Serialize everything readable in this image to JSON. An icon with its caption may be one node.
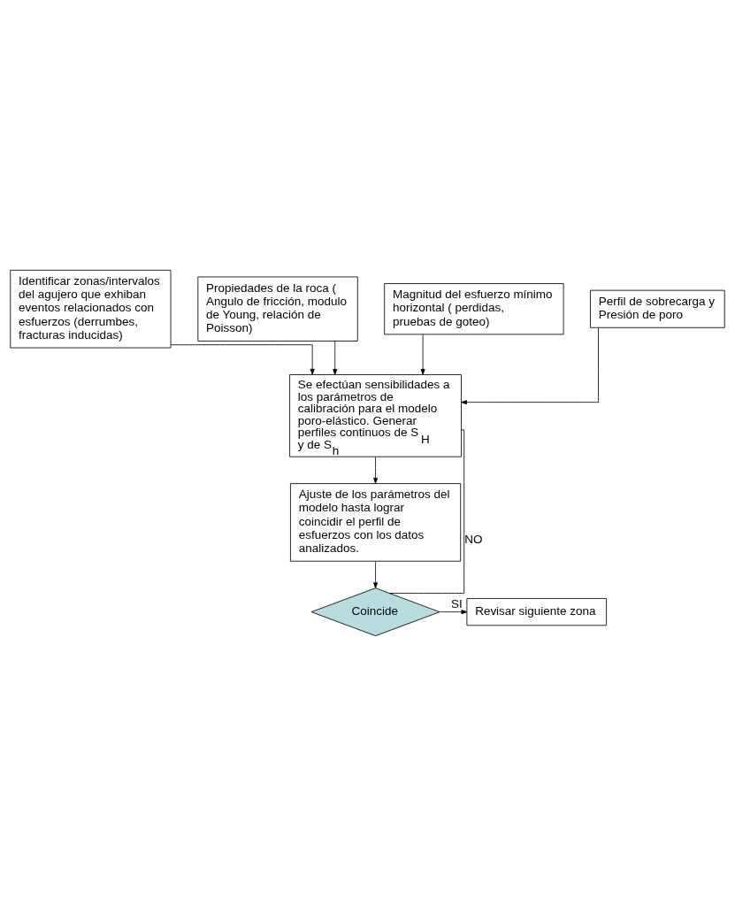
{
  "diagram": {
    "nodes": [
      {
        "text": [
          "Identificar zonas/intervalos del agujero que exhiban eventos relacionados con esfuerzos (derrumbes, fracturas inducidas)"
        ]
      },
      {
        "text": [
          "Propiedades de la roca ( Angulo de fricción, modulo de Young, relación de Poisson)"
        ]
      },
      {
        "text": [
          "Magnitud del esfuerzo mínimo horizontal ( perdidas, pruebas de goteo)"
        ]
      },
      {
        "text": [
          "Perfil de sobrecarga y Presión de poro"
        ]
      },
      {
        "text": [
          "Se efectúan sensibilidades a los parámetros de calibración para el modelo poro-elástico. Generar perfiles continuos de S$_{H}$ y de S$_{h}$"
        ]
      },
      {
        "text": [
          "Ajuste de los parámetros del modelo hasta lograr coincidir el perfil de esfuerzos con los datos analizados."
        ]
      },
      {
        "text": [
          "Coincide"
        ]
      },
      {
        "text": [
          "Revisar siguiente zona"
        ]
      }
    ],
    "edges": [
      {
        "from": 0,
        "to": 4,
        "arrow": "to"
      },
      {
        "from": 1,
        "to": 4,
        "arrow": "to"
      },
      {
        "from": 2,
        "to": 4,
        "arrow": "to"
      },
      {
        "from": 3,
        "to": 4,
        "arrow": "to"
      },
      {
        "from": 4,
        "to": 5,
        "arrow": "to"
      },
      {
        "from": 5,
        "to": 6,
        "arrow": "to"
      },
      {
        "from": 6,
        "to": 7,
        "arrow": "to",
        "label": "SI"
      },
      {
        "from": 6,
        "to": 4,
        "arrow": "none",
        "label": "NO"
      }
    ]
  }
}
